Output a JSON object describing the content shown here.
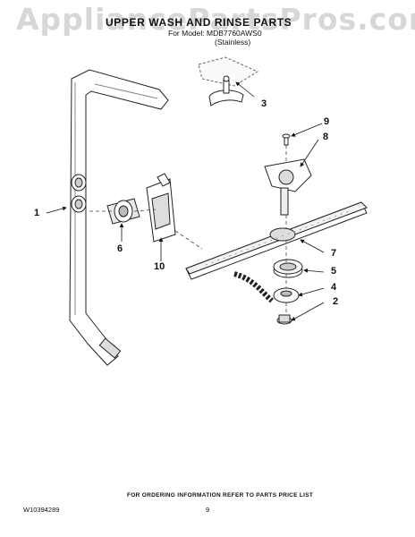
{
  "watermark": "AppliancePartsPros.com",
  "header": {
    "title": "UPPER WASH AND RINSE PARTS",
    "model_line": "For Model: MDB7760AWS0",
    "variant": "(Stainless)"
  },
  "callouts": [
    "1",
    "2",
    "3",
    "4",
    "5",
    "6",
    "7",
    "8",
    "9",
    "10"
  ],
  "footer": {
    "ordering_note": "FOR ORDERING INFORMATION REFER TO PARTS PRICE LIST",
    "document_id": "W10394289",
    "page_number": "9"
  }
}
